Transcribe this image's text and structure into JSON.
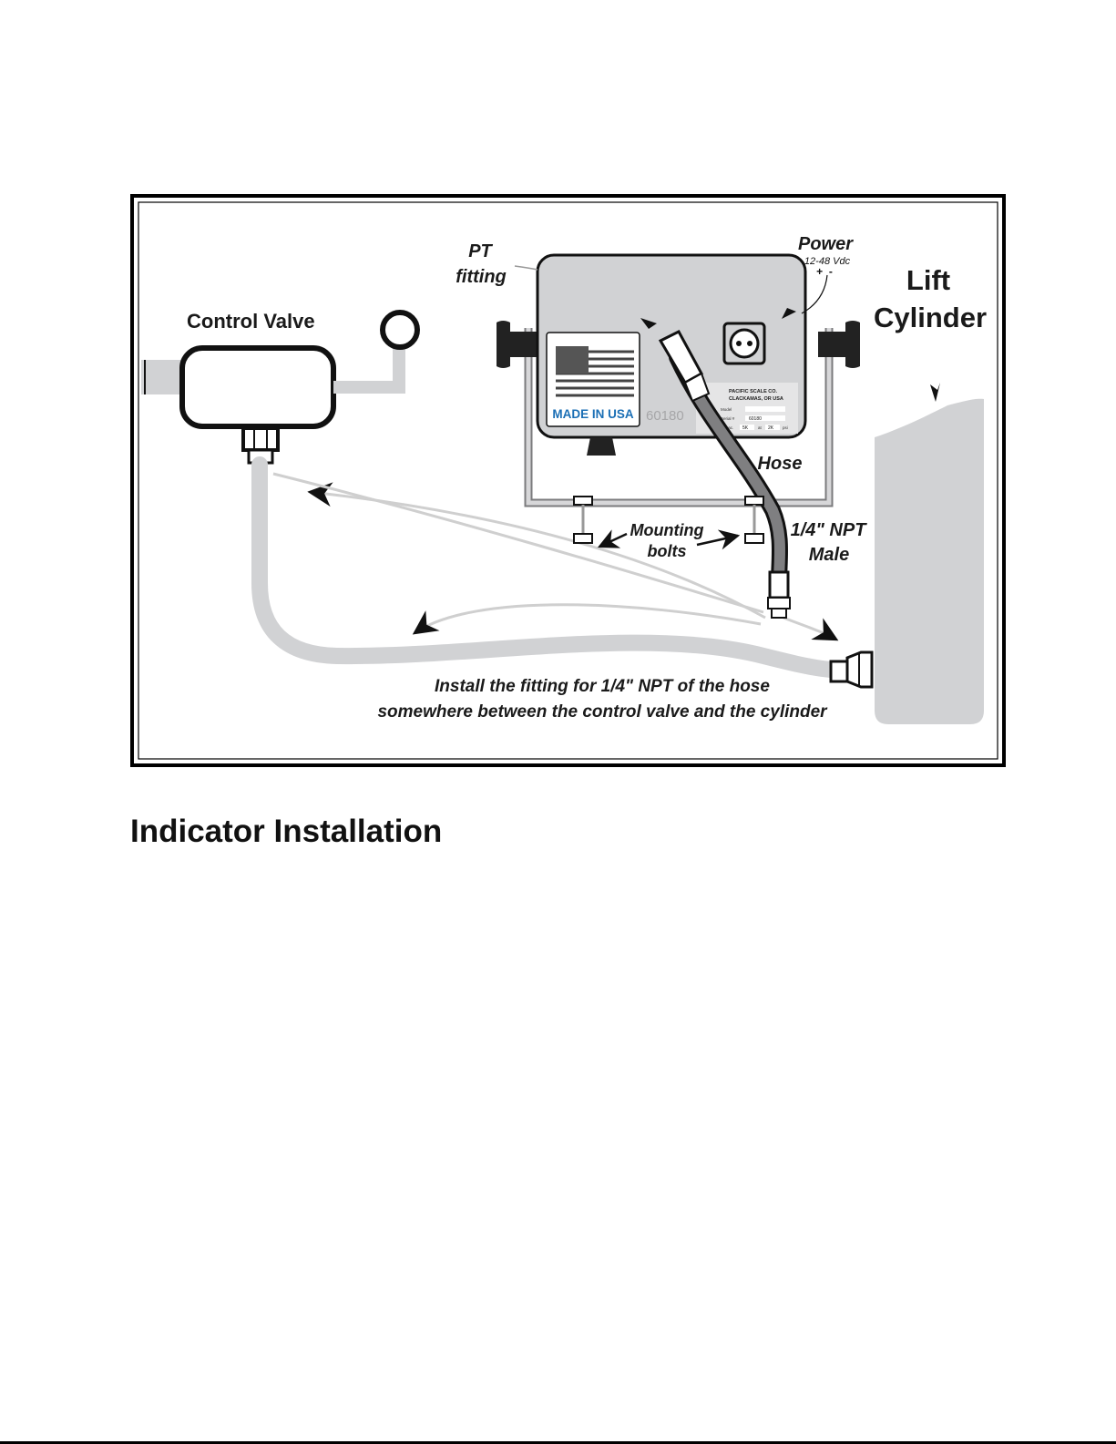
{
  "diagram": {
    "labels": {
      "control_valve": "Control Valve",
      "pt_line1": "PT",
      "pt_line2": "fitting",
      "power": "Power",
      "voltage": "12-48 Vdc",
      "polarity": "+  -",
      "lift_line1": "Lift",
      "lift_line2": "Cylinder",
      "hose": "Hose",
      "mounting_line1": "Mounting",
      "mounting_line2": "bolts",
      "npt_line1": "1/4\" NPT",
      "npt_line2": "Male",
      "made_in_usa": "MADE IN USA",
      "part_number": "60180",
      "company_line1": "PACIFIC SCALE CO.",
      "company_line2": "CLACKAMAS, OR USA",
      "plate_model": "Model",
      "plate_serial": "Serial #",
      "plate_serial_value": "60180",
      "plate_capacity": "Capac.",
      "plate_capacity_value": "5K",
      "plate_at": "at",
      "plate_pressure_value": "2K",
      "plate_unit": "psi",
      "caption_line1": "Install the fitting for 1/4\" NPT of the hose",
      "caption_line2": "somewhere between the control valve and the cylinder"
    }
  },
  "section_heading": "Indicator Installation"
}
